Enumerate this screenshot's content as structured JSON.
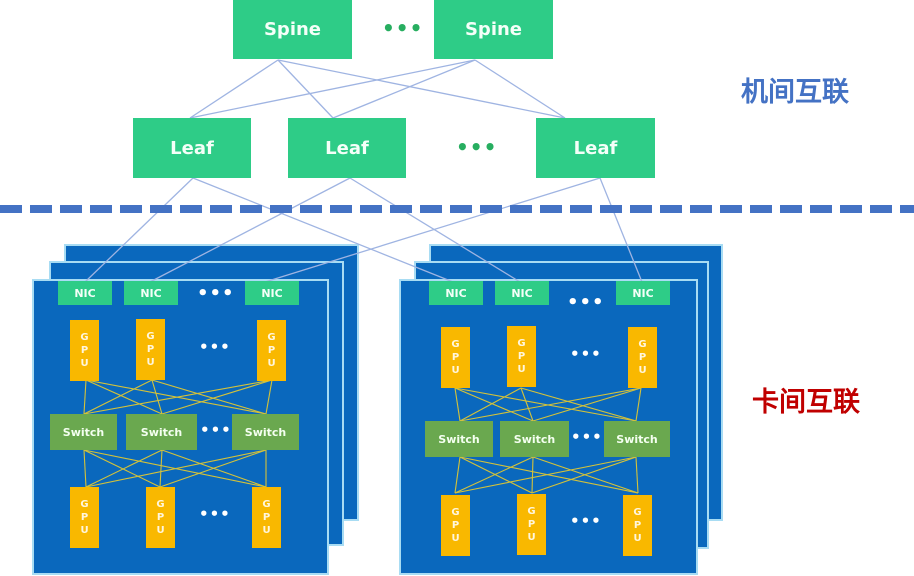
{
  "spine_layer": {
    "nodes": [
      {
        "label": "Spine"
      },
      {
        "label": "Spine"
      }
    ],
    "ellipsis": "•••"
  },
  "leaf_layer": {
    "nodes": [
      {
        "label": "Leaf"
      },
      {
        "label": "Leaf"
      },
      {
        "label": "Leaf"
      }
    ],
    "ellipsis": "•••"
  },
  "labels": {
    "inter_machine": "机间互联",
    "intra_machine": "卡间互联"
  },
  "colors": {
    "network_node": "#2ecc87",
    "switch_node": "#6aa84f",
    "gpu_node": "#f9b800",
    "server_board": "#0a68bd",
    "inter_machine_label": "#4472c4",
    "intra_machine_label": "#c00000",
    "divider": "#4472c4",
    "network_link": "#9fb4e2",
    "gpu_link": "#d4c23a"
  },
  "servers": [
    {
      "nics": [
        {
          "label": "NIC"
        },
        {
          "label": "NIC"
        },
        {
          "label": "NIC"
        }
      ],
      "top_gpus": [
        {
          "chars": [
            "G",
            "P",
            "U"
          ]
        },
        {
          "chars": [
            "G",
            "P",
            "U"
          ]
        },
        {
          "chars": [
            "G",
            "P",
            "U"
          ]
        }
      ],
      "switches": [
        {
          "label": "Switch"
        },
        {
          "label": "Switch"
        },
        {
          "label": "Switch"
        }
      ],
      "bottom_gpus": [
        {
          "chars": [
            "G",
            "P",
            "U"
          ]
        },
        {
          "chars": [
            "G",
            "P",
            "U"
          ]
        },
        {
          "chars": [
            "G",
            "P",
            "U"
          ]
        }
      ],
      "ellipsis": "•••"
    },
    {
      "nics": [
        {
          "label": "NIC"
        },
        {
          "label": "NIC"
        },
        {
          "label": "NIC"
        }
      ],
      "top_gpus": [
        {
          "chars": [
            "G",
            "P",
            "U"
          ]
        },
        {
          "chars": [
            "G",
            "P",
            "U"
          ]
        },
        {
          "chars": [
            "G",
            "P",
            "U"
          ]
        }
      ],
      "switches": [
        {
          "label": "Switch"
        },
        {
          "label": "Switch"
        },
        {
          "label": "Switch"
        }
      ],
      "bottom_gpus": [
        {
          "chars": [
            "G",
            "P",
            "U"
          ]
        },
        {
          "chars": [
            "G",
            "P",
            "U"
          ]
        },
        {
          "chars": [
            "G",
            "P",
            "U"
          ]
        }
      ],
      "ellipsis": "•••"
    }
  ]
}
